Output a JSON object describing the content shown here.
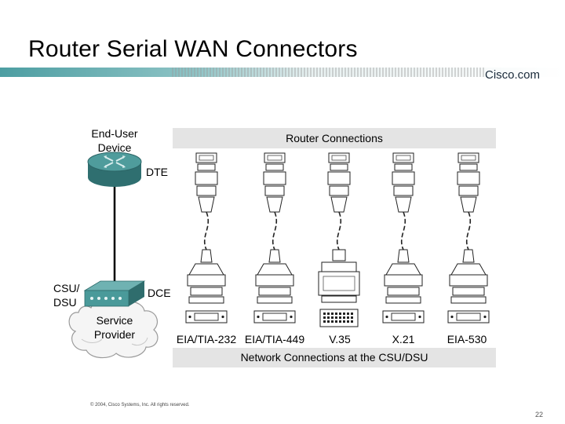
{
  "slide": {
    "title": "Router Serial WAN Connectors",
    "brand": "Cisco.com",
    "copyright": "© 2004, Cisco Systems, Inc. All rights reserved.",
    "page_number": "22"
  },
  "diagram": {
    "end_user_line1": "End-User",
    "end_user_line2": "Device",
    "dte": "DTE",
    "csu_line1": "CSU/",
    "csu_line2": "DSU",
    "dce": "DCE",
    "service_line1": "Service",
    "service_line2": "Provider",
    "router_connections": "Router Connections",
    "network_connections": "Network Connections at the CSU/DSU",
    "standards": [
      "EIA/TIA-232",
      "EIA/TIA-449",
      "V.35",
      "X.21",
      "EIA-530"
    ]
  },
  "colors": {
    "router_teal": "#3f8c8c",
    "csu_teal": "#4a9a9a",
    "panel_gray": "#e4e4e4",
    "header_bar": "#5aa3a6"
  }
}
